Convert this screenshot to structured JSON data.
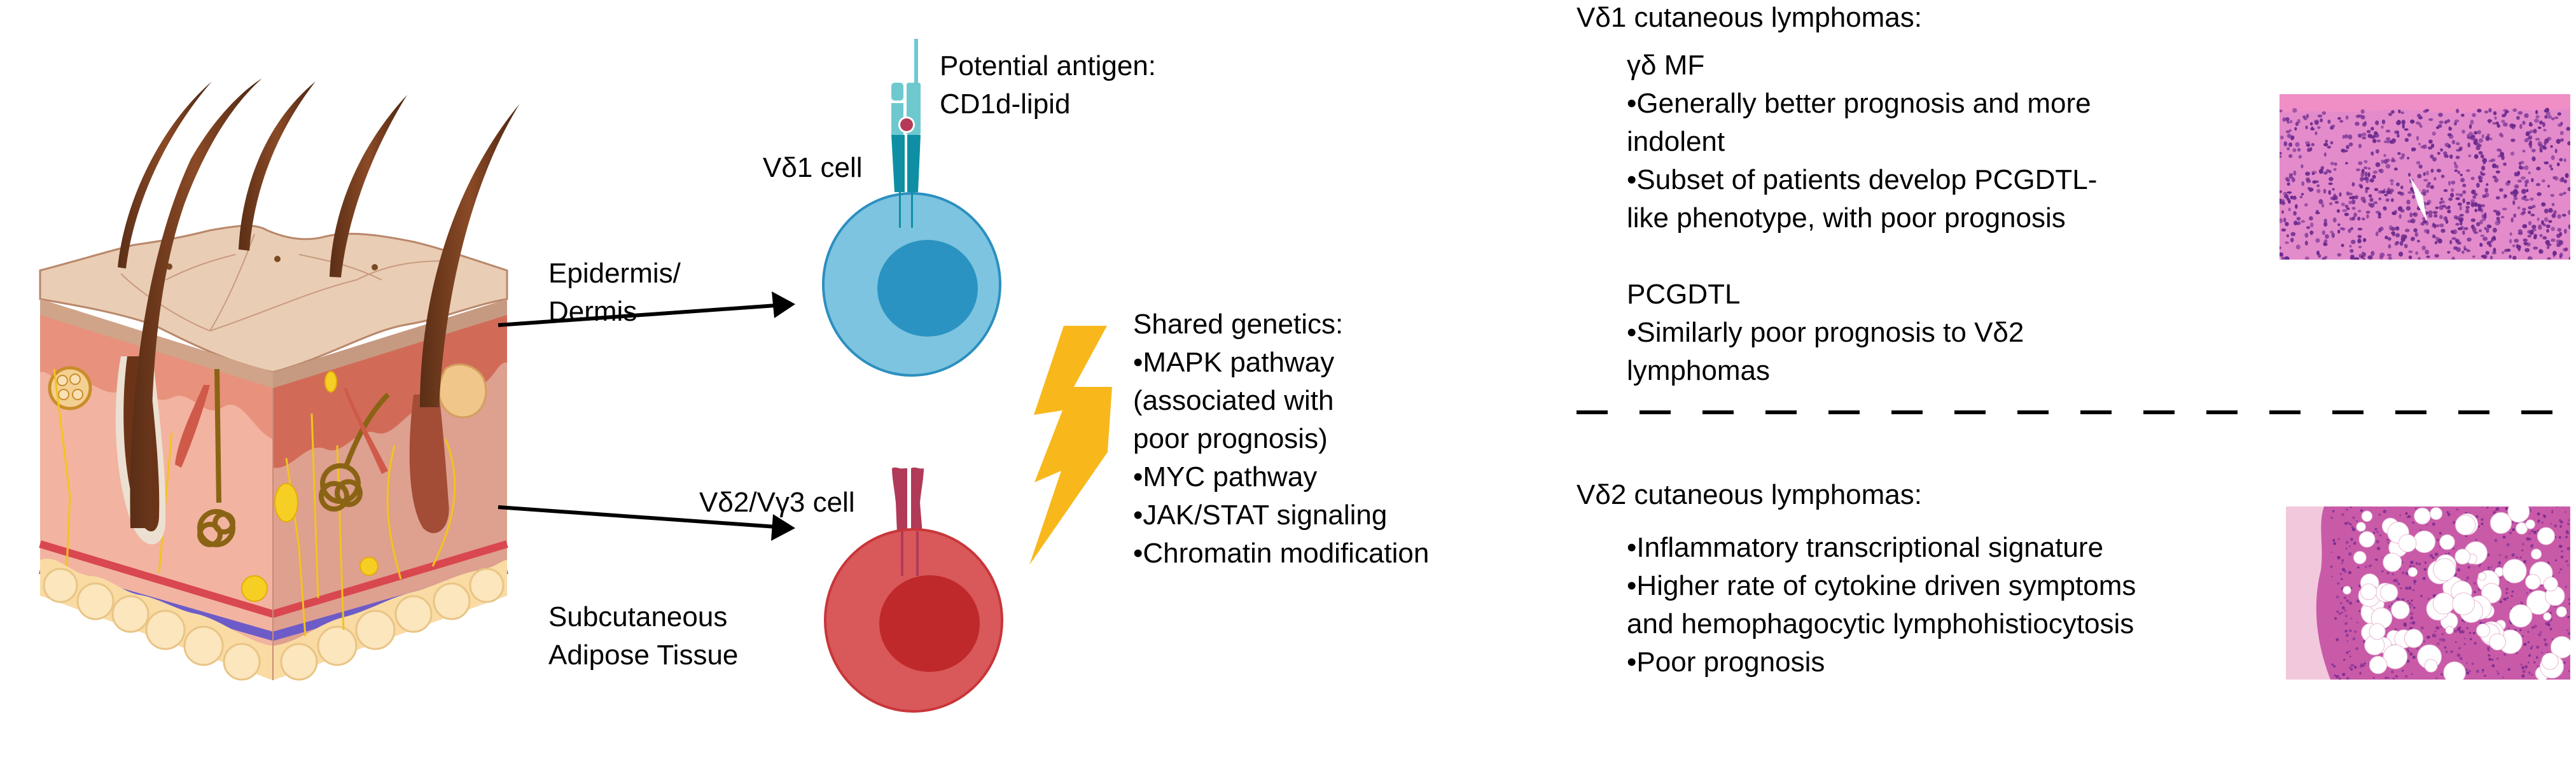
{
  "figure": {
    "tissue": {
      "illustration": "skin-cross-section",
      "label_epidermis": [
        "Epidermis/",
        "Dermis"
      ],
      "label_subcutaneous": [
        "Subcutaneous",
        "Adipose Tissue"
      ]
    },
    "cells": {
      "vd1": {
        "label": "Vδ1 cell",
        "colors": {
          "cytoplasm": "#7dc4e0",
          "border": "#2b8fbf",
          "nucleus": "#2a93c2",
          "receptor": "#0e8fa3",
          "antigen_presenter": "#6ec9cf",
          "lipid": "#b53a57"
        }
      },
      "vd2": {
        "label": "Vδ2/Vγ3 cell",
        "colors": {
          "cytoplasm": "#d9585a",
          "border": "#c8363a",
          "nucleus": "#c0292c",
          "receptor": "#b03a58"
        }
      }
    },
    "antigen": {
      "lines": [
        "Potential antigen:",
        "CD1d-lipid"
      ]
    },
    "shared_genetics": {
      "icon": "lightning-bolt-icon",
      "color": "#f8b81c",
      "lines": [
        "Shared genetics:",
        "•MAPK pathway",
        "(associated with",
        "poor prognosis)",
        "•MYC pathway",
        "•JAK/STAT signaling",
        "•Chromatin modification"
      ]
    },
    "vd1_lymphomas": {
      "heading": "Vδ1 cutaneous lymphomas:",
      "subtypes": [
        {
          "name": "γδ MF",
          "lines": [
            "•Generally better prognosis and more",
            "indolent",
            "•Subset of patients develop PCGDTL-",
            "like phenotype, with poor prognosis"
          ]
        },
        {
          "name": "PCGDTL",
          "lines": [
            "•Similarly poor prognosis to Vδ2",
            "lymphomas"
          ]
        }
      ],
      "histology": "dense-lymphocytic-infiltrate-HE-stain"
    },
    "vd2_lymphomas": {
      "heading": "Vδ2 cutaneous lymphomas:",
      "lines": [
        "•Inflammatory transcriptional signature",
        "•Higher rate of cytokine driven symptoms",
        "and hemophagocytic lymphohistiocytosis",
        "•Poor prognosis"
      ],
      "histology": "panniculitis-like-adipose-infiltrate-HE-stain"
    }
  }
}
